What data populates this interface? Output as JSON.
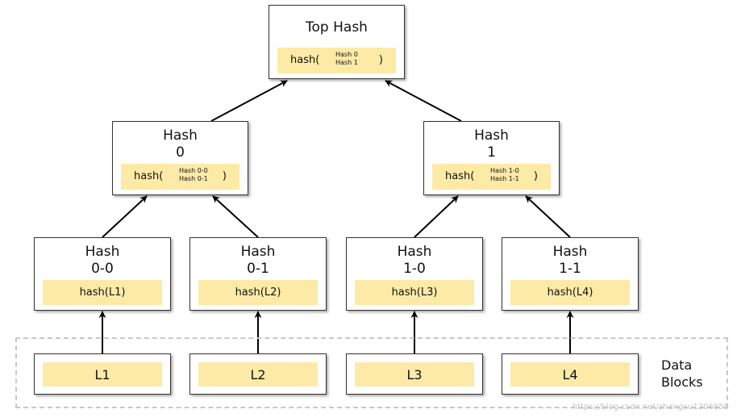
{
  "top": {
    "title": "Top Hash",
    "fn": "hash(",
    "close": ")",
    "inputs": [
      "Hash 0",
      "Hash 1"
    ]
  },
  "hash0": {
    "title1": "Hash",
    "title2": "0",
    "fn": "hash(",
    "close": ")",
    "inputs": [
      "Hash 0-0",
      "Hash 0-1"
    ]
  },
  "hash1": {
    "title1": "Hash",
    "title2": "1",
    "fn": "hash(",
    "close": ")",
    "inputs": [
      "Hash 1-0",
      "Hash 1-1"
    ]
  },
  "hash00": {
    "title1": "Hash",
    "title2": "0-0",
    "value": "hash(L1)"
  },
  "hash01": {
    "title1": "Hash",
    "title2": "0-1",
    "value": "hash(L2)"
  },
  "hash10": {
    "title1": "Hash",
    "title2": "1-0",
    "value": "hash(L3)"
  },
  "hash11": {
    "title1": "Hash",
    "title2": "1-1",
    "value": "hash(L4)"
  },
  "leaves": [
    "L1",
    "L2",
    "L3",
    "L4"
  ],
  "data_blocks_label": [
    "Data",
    "Blocks"
  ],
  "watermark": "https://blog.csdn.net/zhangxu1206855"
}
